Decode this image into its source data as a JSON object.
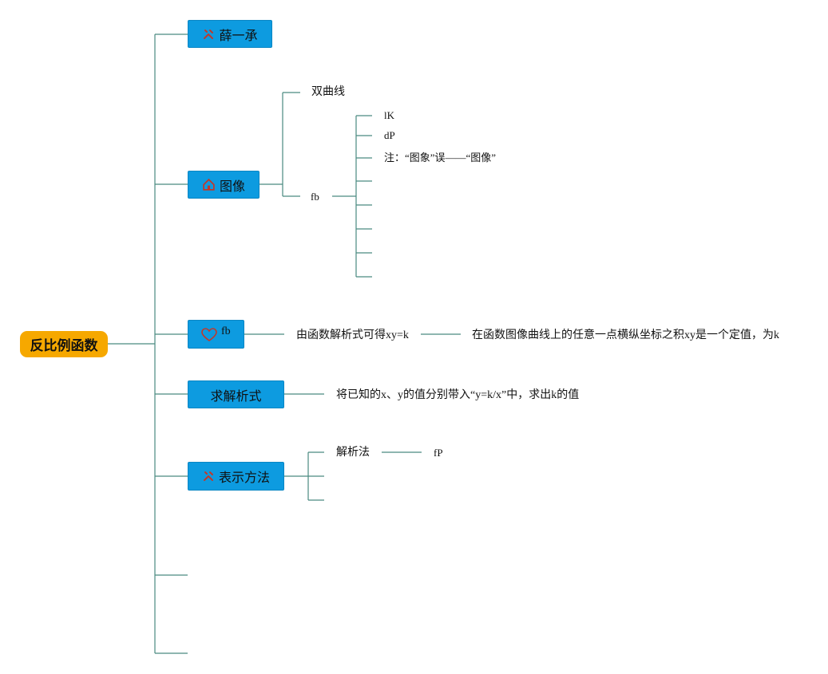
{
  "diagram": {
    "root": {
      "label": "反比例函数"
    },
    "branches": [
      {
        "id": "author",
        "label": "薛一承",
        "icon": "tools-icon",
        "icon_color": "#c0392b"
      },
      {
        "id": "graph",
        "label": "图像",
        "icon": "home-icon",
        "icon_color": "#c0392b",
        "children": [
          {
            "label": "双曲线"
          },
          {
            "label": "fb",
            "children": [
              {
                "label": "lK"
              },
              {
                "label": "dP"
              },
              {
                "label": "注：“图象”误——“图像”"
              },
              {
                "label": ""
              },
              {
                "label": ""
              },
              {
                "label": ""
              },
              {
                "label": ""
              },
              {
                "label": ""
              }
            ]
          }
        ]
      },
      {
        "id": "def",
        "label": "fb",
        "icon": "heart-icon",
        "icon_color": "#c0392b",
        "children": [
          {
            "label": "由函数解析式可得xy=k",
            "children": [
              {
                "label": "在函数图像曲线上的任意一点横纵坐标之积xy是一个定值，为k"
              }
            ]
          }
        ]
      },
      {
        "id": "solve",
        "label": "求解析式",
        "children": [
          {
            "label": "将已知的x、y的值分别带入“y=k/x”中，求出k的值"
          }
        ]
      },
      {
        "id": "repr",
        "label": "表示方法",
        "icon": "tools-icon",
        "icon_color": "#c0392b",
        "children": [
          {
            "label": "解析法",
            "children": [
              {
                "label": "fP"
              }
            ]
          },
          {
            "label": ""
          },
          {
            "label": ""
          }
        ]
      },
      {
        "id": "empty1",
        "label": ""
      },
      {
        "id": "empty2",
        "label": ""
      }
    ]
  },
  "colors": {
    "connector": "#4a8a80",
    "node_fill": "#0d9be0",
    "root_fill": "#f6a800",
    "icon": "#c0392b"
  }
}
